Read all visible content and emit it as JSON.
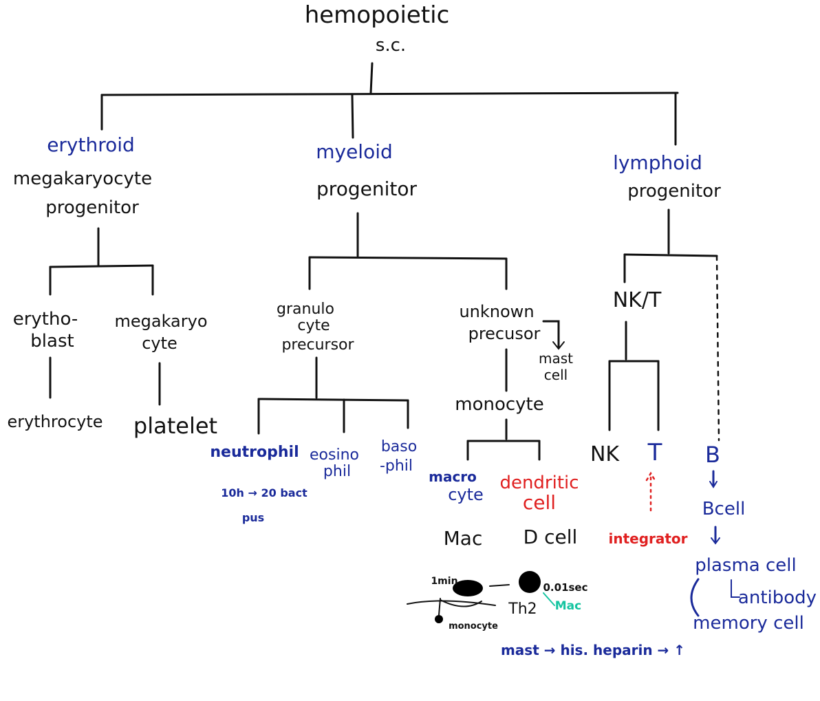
{
  "colors": {
    "black": "#111111",
    "blue": "#1a2a9a",
    "red": "#e02020",
    "teal": "#14c4a0"
  },
  "root": {
    "line1": "hemopoietic",
    "line2": "s.c."
  },
  "branch_erythroid": {
    "title": "erythroid",
    "sub1": "megakaryocyte",
    "sub2": "progenitor",
    "child1": {
      "line1": "erytho-",
      "line2": "blast",
      "result": "erythrocyte"
    },
    "child2": {
      "line1": "megakaryo",
      "line2": "cyte",
      "result": "platelet"
    }
  },
  "branch_myeloid": {
    "title": "myeloid",
    "sub": "progenitor",
    "granulo": {
      "line1": "granulo",
      "line2": "cyte",
      "line3": "precursor"
    },
    "neutrophil": "neutrophil",
    "neutrophil_note1": "10h → 20 bact",
    "neutrophil_note2": "pus",
    "eosino": {
      "line1": "eosino",
      "line2": "phil"
    },
    "baso": {
      "line1": "baso",
      "line2": "-phil"
    },
    "unknown": {
      "line1": "unknown",
      "line2": "precusor"
    },
    "mast": {
      "line1": "mast",
      "line2": "cell"
    },
    "monocyte": "monocyte",
    "macro": {
      "line1": "macro",
      "line2": "cyte",
      "short": "Mac"
    },
    "dendritic": {
      "line1": "dendritic",
      "line2": "cell",
      "short": "D cell"
    },
    "sketch_notes": {
      "time1": "1min",
      "monocyte_label": "monocyte",
      "time2": "0.01sec",
      "mac": "Mac",
      "th": "Th2",
      "mast_note": "mast → his. heparin → ↑"
    }
  },
  "branch_lymphoid": {
    "title": "lymphoid",
    "sub": "progenitor",
    "nkt": "NK/T",
    "nk": "NK",
    "t": "T",
    "integrator": "integrator",
    "b": "B",
    "bcell": "Bcell",
    "plasma": "plasma cell",
    "antibody": "antibody",
    "memory": "memory cell"
  }
}
